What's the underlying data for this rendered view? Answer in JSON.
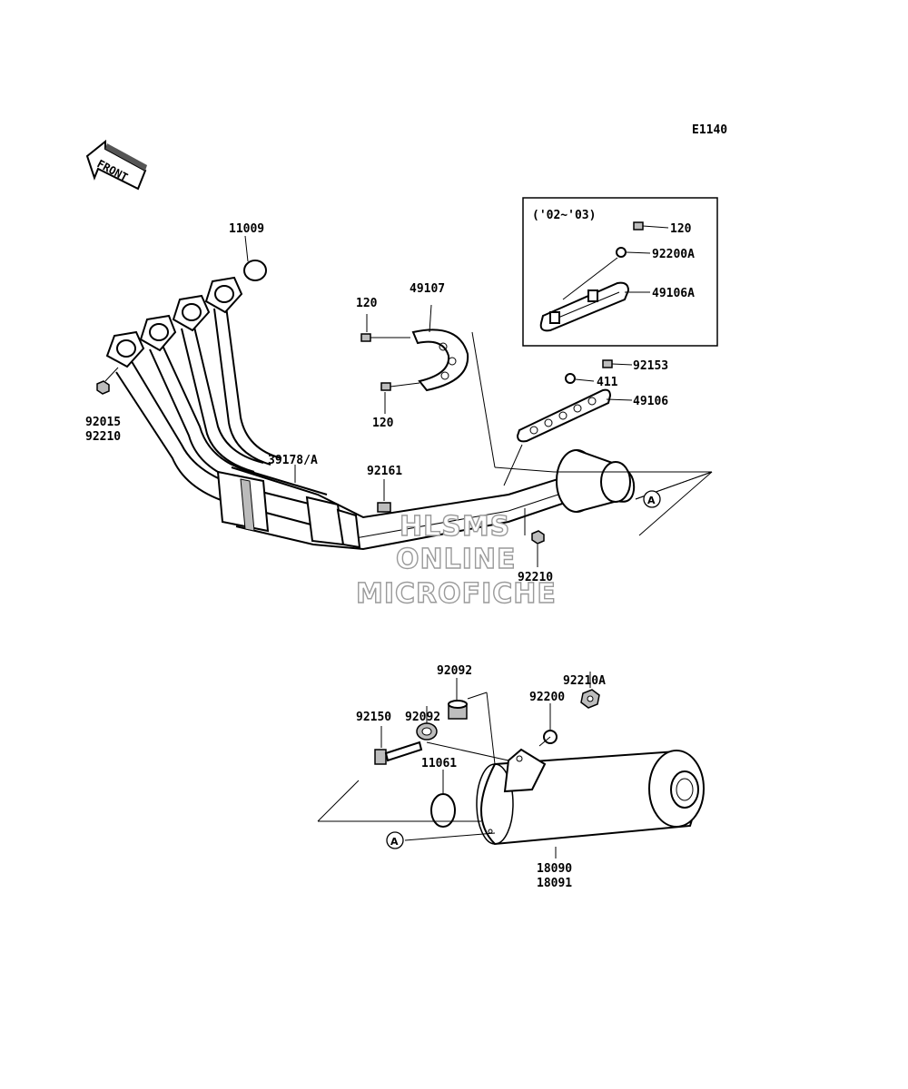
{
  "diagram_code": "E1140",
  "front_arrow_text": "FRONT",
  "inset_years": "('02~'03)",
  "reference_marker": "A",
  "watermark": [
    "HLSMS",
    "ONLINE",
    "MICROFICHE"
  ],
  "parts": {
    "p11009": "11009",
    "p49107": "49107",
    "p120_a": "120",
    "p120_b": "120",
    "p120_inset": "120",
    "p92200A": "92200A",
    "p49106A": "49106A",
    "p92153": "92153",
    "p411": "411",
    "p49106": "49106",
    "p92015": "92015",
    "p92210_a": "92210",
    "p39178": "39178/A",
    "p92161": "92161",
    "p92210_b": "92210",
    "p92092_a": "92092",
    "p92092_b": "92092",
    "p92210A": "92210A",
    "p92200": "92200",
    "p92150": "92150",
    "p11061": "11061",
    "p18090": "18090",
    "p18091": "18091"
  }
}
